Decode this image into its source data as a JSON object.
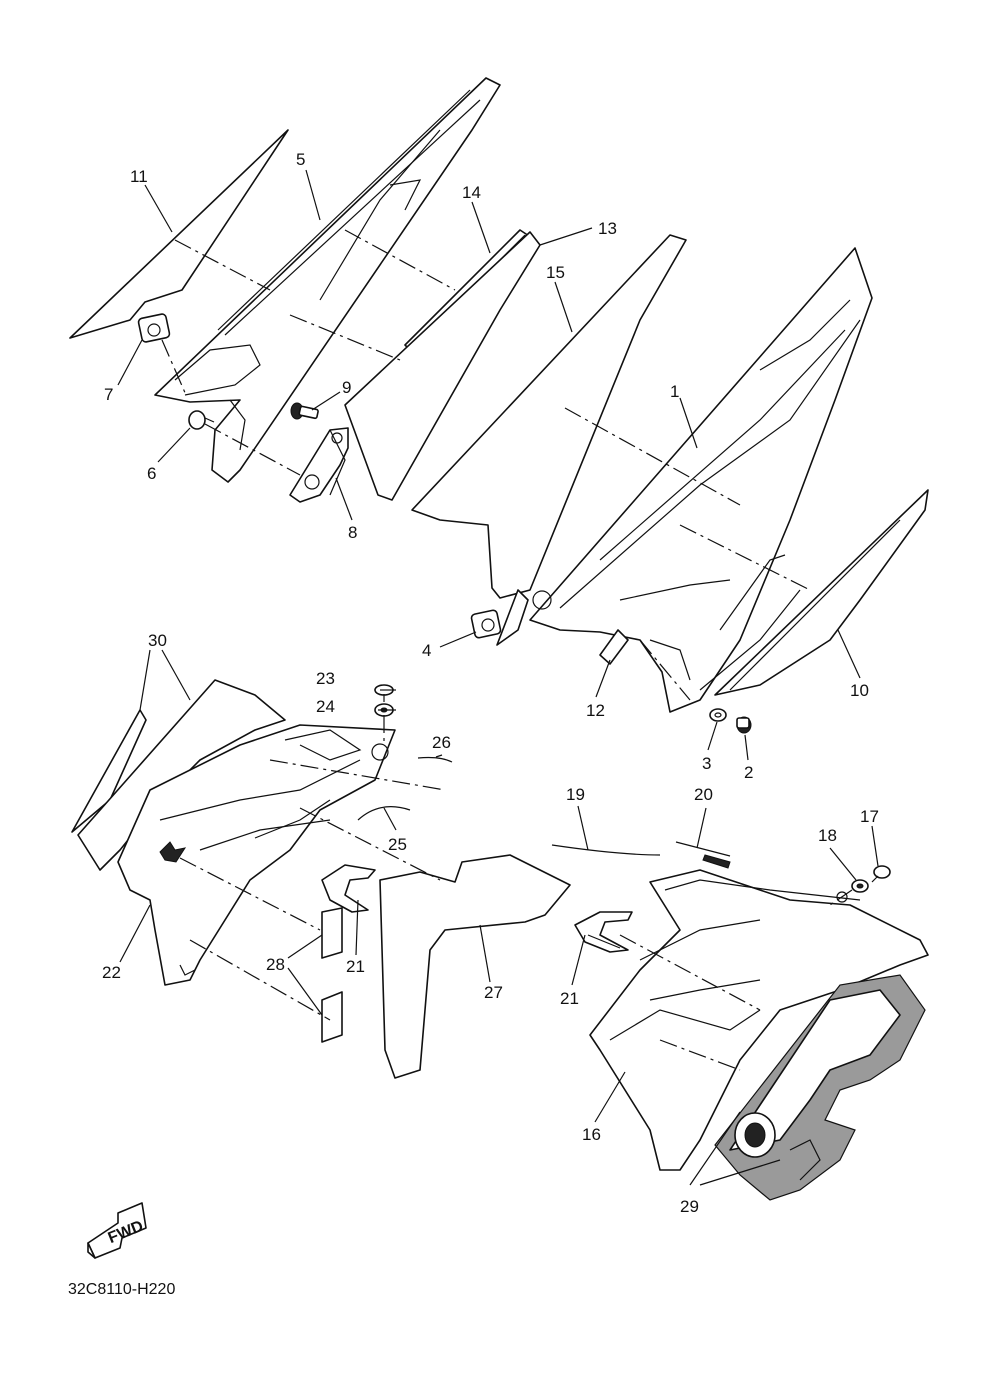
{
  "diagram_code": "32C8110-H220",
  "forward_arrow_label": "FWD",
  "callouts": [
    {
      "n": "1"
    },
    {
      "n": "2"
    },
    {
      "n": "3"
    },
    {
      "n": "4"
    },
    {
      "n": "5"
    },
    {
      "n": "6"
    },
    {
      "n": "7"
    },
    {
      "n": "8"
    },
    {
      "n": "9"
    },
    {
      "n": "10"
    },
    {
      "n": "11"
    },
    {
      "n": "12"
    },
    {
      "n": "13"
    },
    {
      "n": "14"
    },
    {
      "n": "15"
    },
    {
      "n": "16"
    },
    {
      "n": "17"
    },
    {
      "n": "18"
    },
    {
      "n": "19"
    },
    {
      "n": "20"
    },
    {
      "n": "21"
    },
    {
      "n": "21"
    },
    {
      "n": "22"
    },
    {
      "n": "23"
    },
    {
      "n": "24"
    },
    {
      "n": "25"
    },
    {
      "n": "26"
    },
    {
      "n": "27"
    },
    {
      "n": "28"
    },
    {
      "n": "29"
    },
    {
      "n": "30"
    }
  ]
}
